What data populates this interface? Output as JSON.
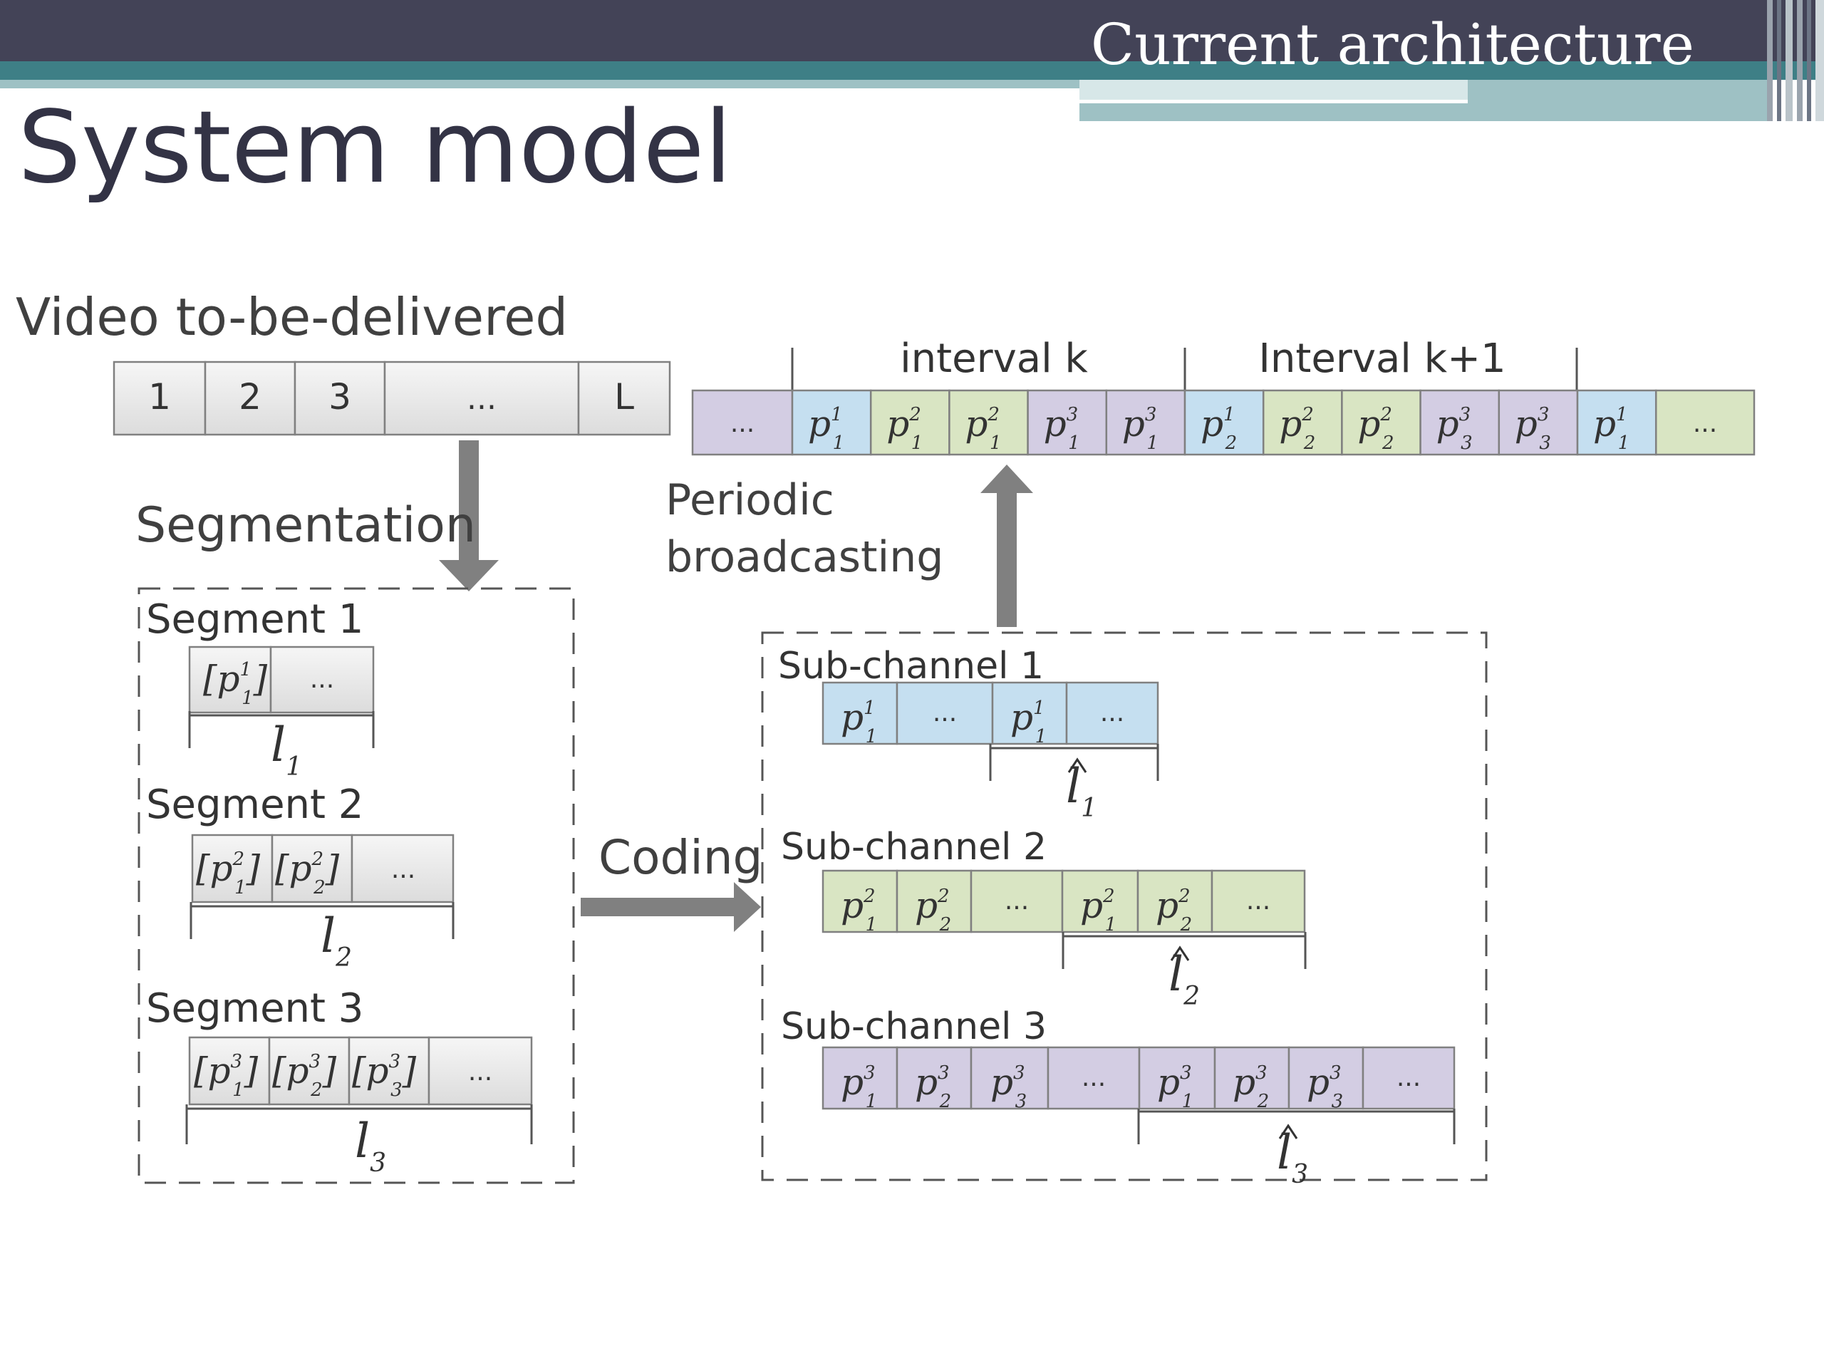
{
  "header": {
    "section_title": "Current architecture",
    "slide_title": "System model",
    "colors": {
      "bar": "#434357",
      "teal": "#3e7f86",
      "teal_light": "#9ec1c4"
    }
  },
  "diagram": {
    "video_label": "Video to-be-delivered",
    "video_cells": [
      "1",
      "2",
      "3",
      "...",
      "L"
    ],
    "segmentation_label": "Segmentation",
    "segments": [
      {
        "label": "Segment 1",
        "cells": [
          "[p",
          "..."
        ],
        "length": "l",
        "sub": "1"
      },
      {
        "label": "Segment 2",
        "cells": [
          "[p",
          "[p",
          "..."
        ],
        "length": "l",
        "sub": "2"
      },
      {
        "label": "Segment 3",
        "cells": [
          "[p",
          "[p",
          "[p",
          "..."
        ],
        "length": "l",
        "sub": "3"
      }
    ],
    "coding_label": "Coding",
    "periodic_label_line1": "Periodic",
    "periodic_label_line2": "broadcasting",
    "interval_k": "interval k",
    "interval_k1": "Interval k+1",
    "ellipsis": "...",
    "packet_base": "p",
    "broadcast_cells": [
      {
        "sub": "1",
        "sup": "1",
        "color": "blue"
      },
      {
        "sub": "1",
        "sup": "2",
        "color": "green"
      },
      {
        "sub": "1",
        "sup": "2",
        "color": "green"
      },
      {
        "sub": "1",
        "sup": "3",
        "color": "purple"
      },
      {
        "sub": "1",
        "sup": "3",
        "color": "purple"
      },
      {
        "sub": "2",
        "sup": "1",
        "color": "blue"
      },
      {
        "sub": "2",
        "sup": "2",
        "color": "green"
      },
      {
        "sub": "2",
        "sup": "2",
        "color": "green"
      },
      {
        "sub": "3",
        "sup": "3",
        "color": "purple"
      },
      {
        "sub": "3",
        "sup": "3",
        "color": "purple"
      },
      {
        "sub": "1",
        "sup": "1",
        "color": "blue"
      }
    ],
    "subchannels": [
      {
        "label": "Sub-channel 1",
        "length": "l",
        "sub": "1"
      },
      {
        "label": "Sub-channel 2",
        "length": "l",
        "sub": "2"
      },
      {
        "label": "Sub-channel 3",
        "length": "l",
        "sub": "3"
      }
    ],
    "fill_colors": {
      "blue": "#c5dff0",
      "green": "#d9e5c3",
      "purple": "#d3cde3",
      "gray": "#e8e8e8"
    }
  }
}
